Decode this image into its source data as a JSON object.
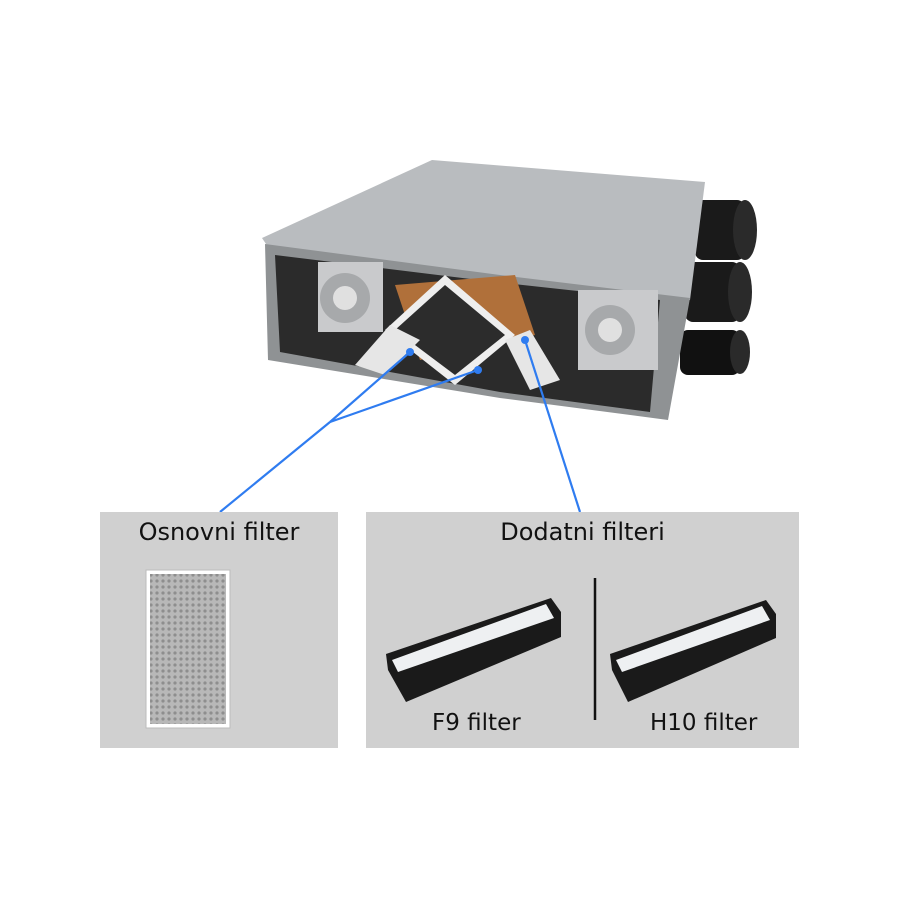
{
  "colors": {
    "callout_line": "#2f7cf0",
    "panel_bg": "#d0d0d0"
  },
  "basic_panel": {
    "title": "Osnovni filter"
  },
  "extra_panel": {
    "title": "Dodatni filteri",
    "filters": [
      {
        "label": "F9 filter"
      },
      {
        "label": "H10 filter"
      }
    ]
  }
}
